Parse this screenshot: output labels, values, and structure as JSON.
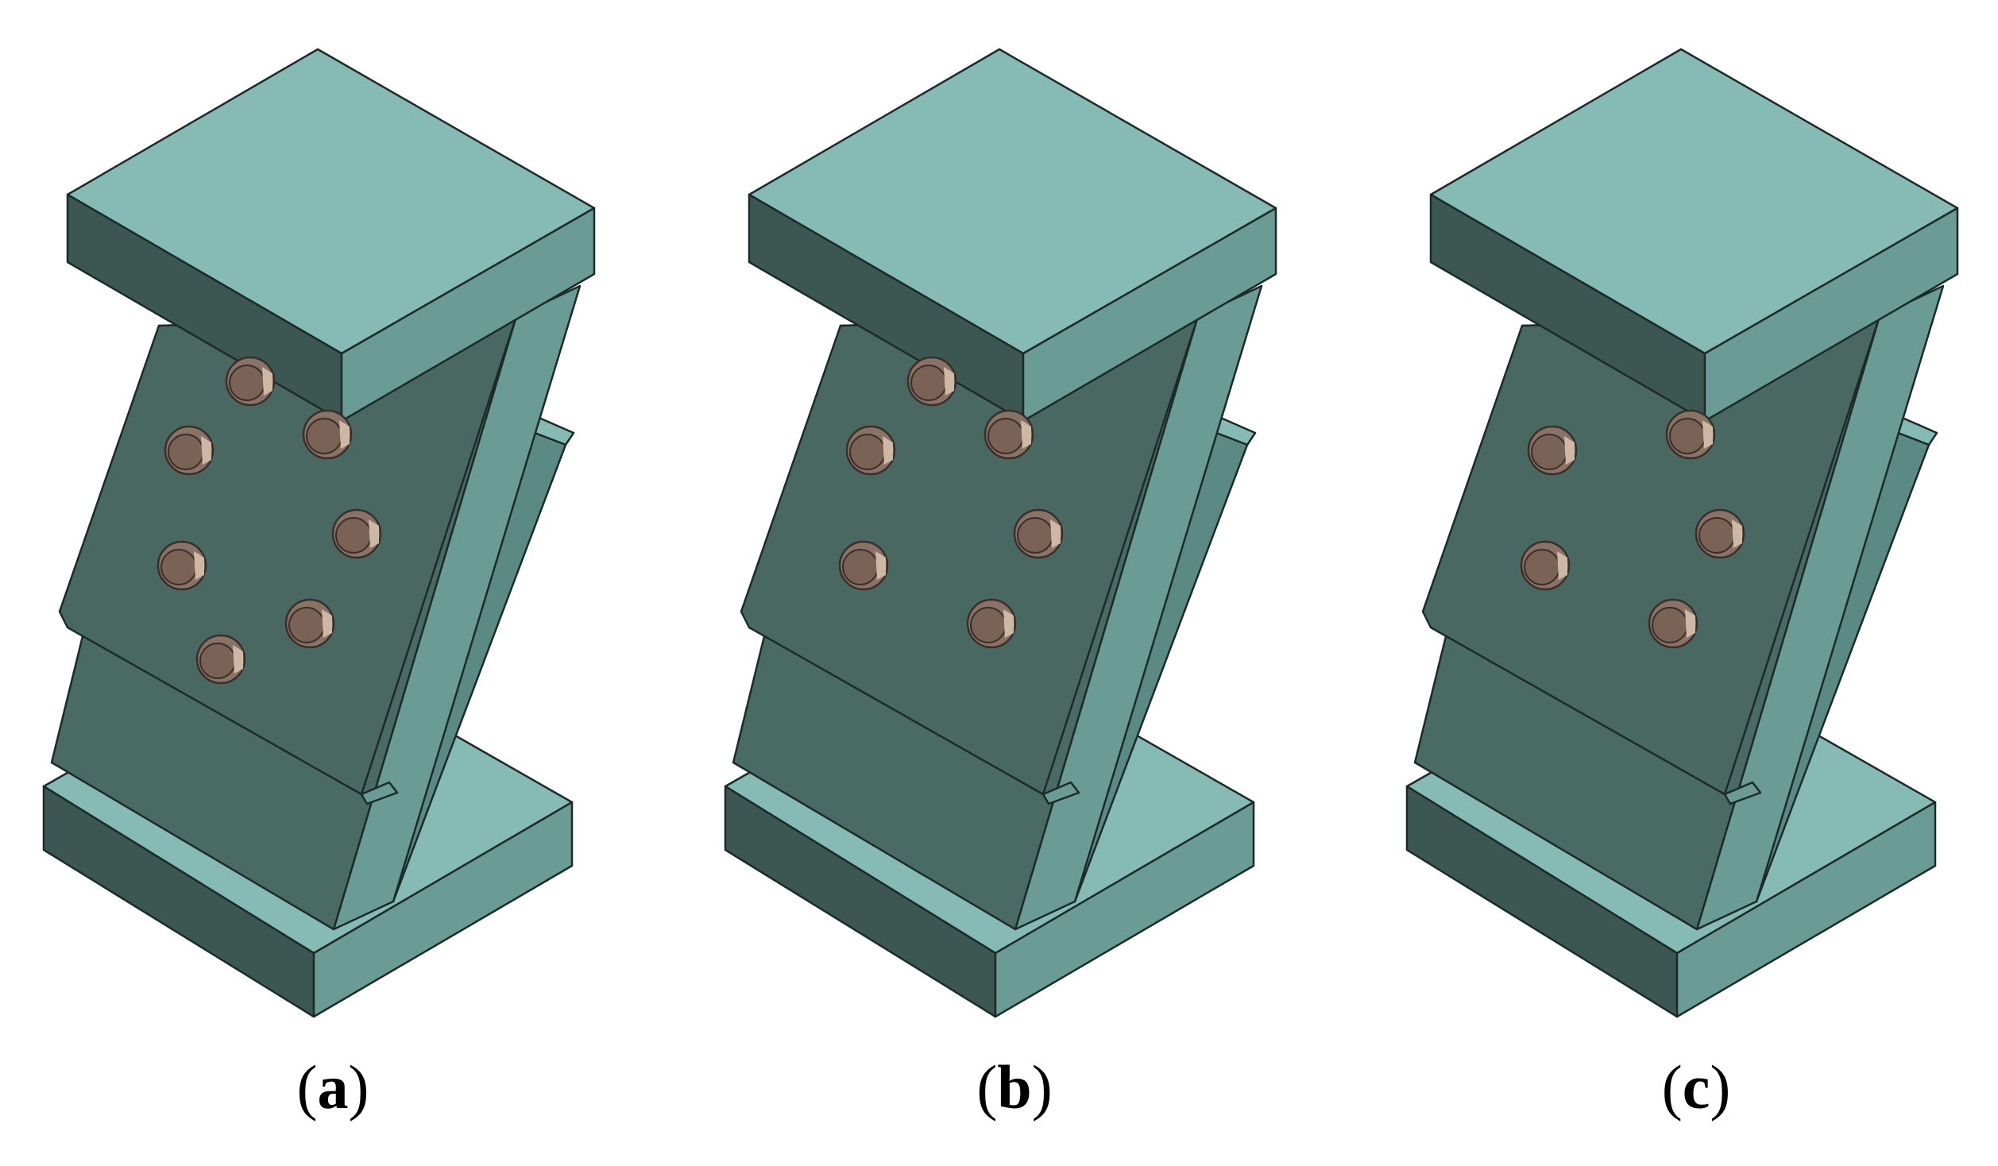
{
  "panels": [
    {
      "id": "a",
      "label_open": "(",
      "label": "a",
      "label_close": ")",
      "bolt_count": 7
    },
    {
      "id": "b",
      "label_open": "(",
      "label": "b",
      "label_close": ")",
      "bolt_count": 6
    },
    {
      "id": "c",
      "label_open": "(",
      "label": "c",
      "label_close": ")",
      "bolt_count": 5
    }
  ],
  "colors": {
    "plate_top": "#86bab5",
    "plate_front": "#3c5651",
    "plate_side": "#6a9b95",
    "web": "#4a6a64",
    "bolt": "#8a7366",
    "bolt_highlight": "#cfb7a5"
  }
}
